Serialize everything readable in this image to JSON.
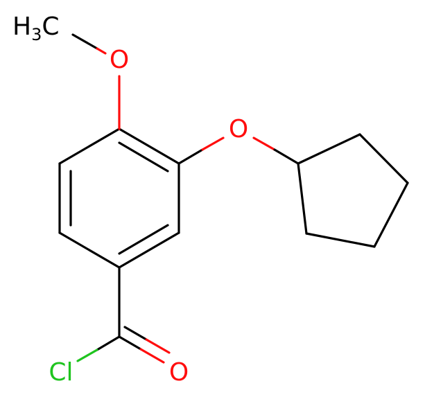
{
  "molecule": {
    "labels": {
      "methyl": "H",
      "methyl_count": "3",
      "methyl_c": "C",
      "methoxy_o": "O",
      "ether_o": "O",
      "carbonyl_o": "O",
      "chlorine": "Cl"
    },
    "colors": {
      "carbon": "#000000",
      "oxygen": "#ff0d0d",
      "chlorine": "#1fc41f",
      "background": "#ffffff"
    }
  }
}
